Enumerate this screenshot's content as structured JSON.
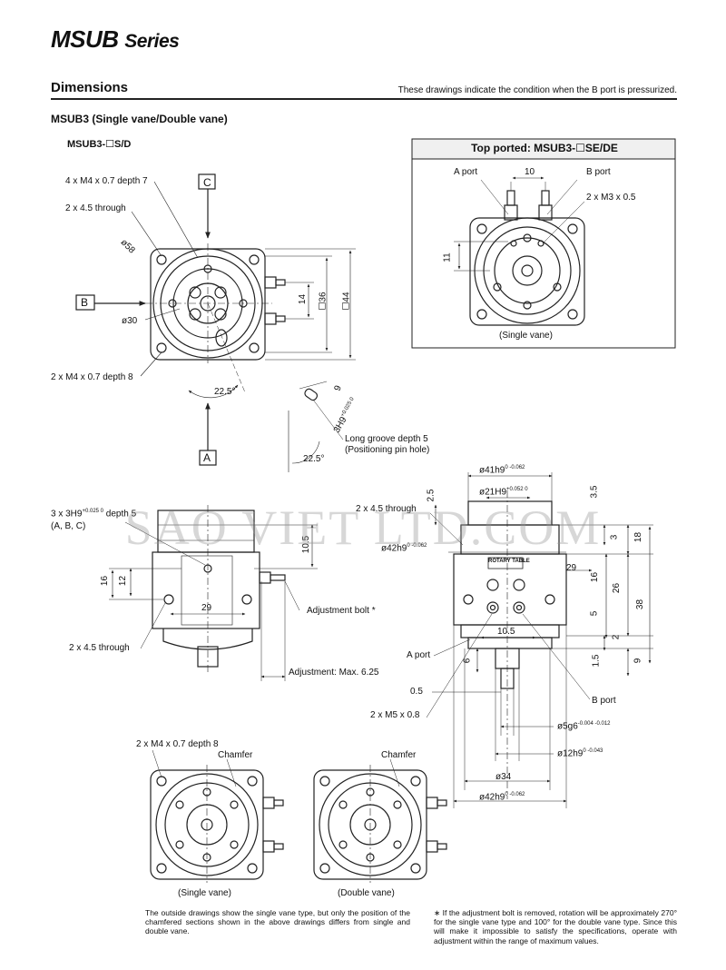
{
  "header": {
    "series_main": "MSUB",
    "series_sub": "Series"
  },
  "section": {
    "title": "Dimensions",
    "note": "These drawings indicate the condition when the B port is pressurized."
  },
  "subheading": "MSUB3  (Single vane/Double vane)",
  "model_label": "MSUB3-☐S/D",
  "top_ported": {
    "title": "Top ported: MSUB3-☐SE/DE",
    "a_port": "A port",
    "b_port": "B port",
    "dim_10": "10",
    "m3": "2 x M3 x 0.5",
    "dim_11": "11",
    "caption": "(Single vane)"
  },
  "view_top": {
    "m4_depth7": "4 x M4 x 0.7 depth 7",
    "through_45": "2 x 4.5 through",
    "d58": "ø58",
    "d30": "ø30",
    "m4_depth8": "2 x M4 x 0.7 depth 8",
    "c_label": "C",
    "b_label": "B",
    "a_label": "A",
    "dim_14": "14",
    "sq36": "☐36",
    "sq44": "☐44",
    "angle1": "22.5°",
    "angle2": "22.5°",
    "dim_9": "9",
    "h9": "3H9",
    "h9_tol": "+0.025 0",
    "groove1": "Long groove depth 5",
    "groove2": "(Positioning pin hole)"
  },
  "view_front": {
    "h9_depth": "3 x 3H9",
    "h9_tol": "+0.025 0",
    "depth5": "depth 5",
    "abc": "(A, B, C)",
    "dim_105": "10.5",
    "dim_16": "16",
    "dim_12": "12",
    "dim_29": "29",
    "adj_bolt": "Adjustment bolt *",
    "through_45": "2 x 4.5 through",
    "adj_max": "Adjustment: Max. 6.25"
  },
  "view_side": {
    "d41": "ø41h9",
    "d41_tol": "0 -0.062",
    "d21": "ø21H9",
    "d21_tol": "+0.052 0",
    "through_45": "2 x 4.5 through",
    "d42_small": "ø42h9",
    "d42_small_tol": "0 -0.062",
    "plate": "ROTARY TABLE",
    "dim_25": "2.5",
    "dim_35": "3.5",
    "dim_3": "3",
    "dim_18": "18",
    "dim_29": "29",
    "dim_16": "16",
    "dim_26": "26",
    "dim_38": "38",
    "dim_5": "5",
    "dim_2": "2",
    "dim_105": "10.5",
    "dim_15": "1.5",
    "dim_9": "9",
    "dim_6": "6",
    "a_port": "A port",
    "dim_05": "0.5",
    "b_port": "B port",
    "m5": "2 x M5 x 0.8",
    "d5": "ø5g6",
    "d5_tol": "-0.004 -0.012",
    "d12": "ø12h9",
    "d12_tol": "0 -0.043",
    "d34": "ø34",
    "d42": "ø42h9",
    "d42_tol": "0 -0.062"
  },
  "bottom_views": {
    "m4_depth8": "2 x M4 x 0.7 depth 8",
    "chamfer1": "Chamfer",
    "chamfer2": "Chamfer",
    "single_caption": "(Single vane)",
    "double_caption": "(Double vane)"
  },
  "notes": {
    "left": "The outside drawings show the single vane type, but only the position of the chamfered sections shown in the above drawings differs from single and double vane.",
    "right": "∗ If the adjustment bolt is removed, rotation will be approximately 270° for the single vane type and 100° for the double vane type. Since this will make it impossible to satisfy the specifications, operate with adjustment within the range of maximum values."
  },
  "watermark": "SAO VIET LTD.COM"
}
